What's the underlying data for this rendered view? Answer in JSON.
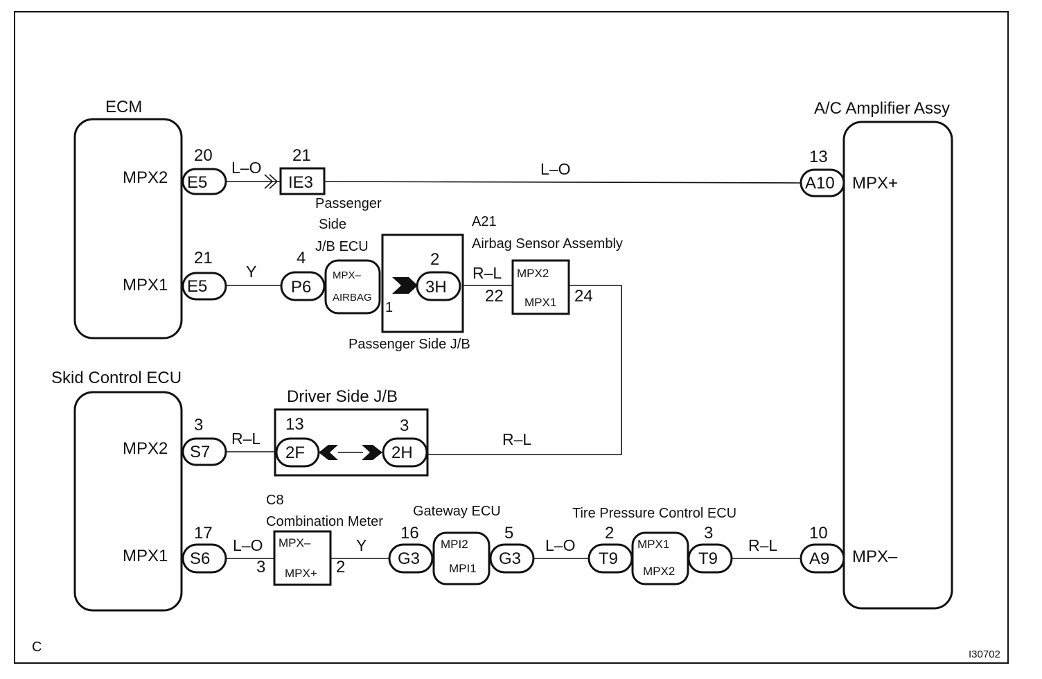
{
  "ecm": {
    "title": "ECM",
    "mpx2": "MPX2",
    "mpx1": "MPX1"
  },
  "ac_amplifier": {
    "title": "A/C Amplifier Assy",
    "mpx_plus": "MPX+",
    "mpx_minus": "MPX–",
    "pin_plus": "13",
    "pin_minus": "10",
    "conn_plus": "A10",
    "conn_minus": "A9"
  },
  "skid_ecu": {
    "title": "Skid Control ECU",
    "mpx2": "MPX2",
    "mpx1": "MPX1",
    "pin_mpx2": "3",
    "pin_mpx1": "17",
    "conn_mpx2": "S7",
    "conn_mpx1": "S6"
  },
  "ecm_pins": {
    "pin_mpx2": "20",
    "pin_mpx1": "21",
    "conn_mpx2": "E5",
    "conn_mpx1": "E5"
  },
  "junction_ie3": {
    "pin": "21",
    "label": "IE3"
  },
  "passenger_ecu": {
    "label_line1": "Passenger",
    "label_line2": "Side",
    "label_line3": "J/B ECU",
    "conn": "P6",
    "pin": "4",
    "inner_line1": "MPX–",
    "inner_line2": "AIRBAG"
  },
  "passenger_jb": {
    "title": "Passenger Side J/B",
    "conn": "3H",
    "pin_top": "2",
    "pin_bottom": "1"
  },
  "airbag": {
    "code": "A21",
    "title": "Airbag Sensor Assembly",
    "inner_mpx2": "MPX2",
    "inner_mpx1": "MPX1",
    "pin_in": "22",
    "pin_out": "24"
  },
  "driver_jb": {
    "title": "Driver Side J/B",
    "conn_left": "2F",
    "conn_right": "2H",
    "pin_left": "13",
    "pin_right": "3"
  },
  "combination_meter": {
    "code": "C8",
    "title": "Combination Meter",
    "inner_minus": "MPX–",
    "inner_plus": "MPX+",
    "pin_in": "3",
    "pin_out": "2"
  },
  "gateway_ecu": {
    "title": "Gateway ECU",
    "conn_left": "G3",
    "conn_right": "G3",
    "pin_left": "16",
    "pin_right": "5",
    "inner_top": "MPI2",
    "inner_bottom": "MPI1"
  },
  "tire_ecu": {
    "title": "Tire Pressure Control ECU",
    "conn_left": "T9",
    "conn_right": "T9",
    "pin_left": "2",
    "pin_right": "3",
    "inner_top": "MPX1",
    "inner_bottom": "MPX2"
  },
  "wires": {
    "ecm_to_ie3": "L–O",
    "ie3_to_ac": "L–O",
    "ecm_to_p6": "Y",
    "jb_to_airbag": "R–L",
    "skid_to_driver_jb": "R–L",
    "driver_jb_to_airbag": "R–L",
    "skid_to_meter": "L–O",
    "meter_to_gateway": "Y",
    "gateway_to_tire": "L–O",
    "tire_to_ac": "R–L"
  },
  "footer": {
    "corner_letter": "C",
    "figure_code": "I30702"
  }
}
